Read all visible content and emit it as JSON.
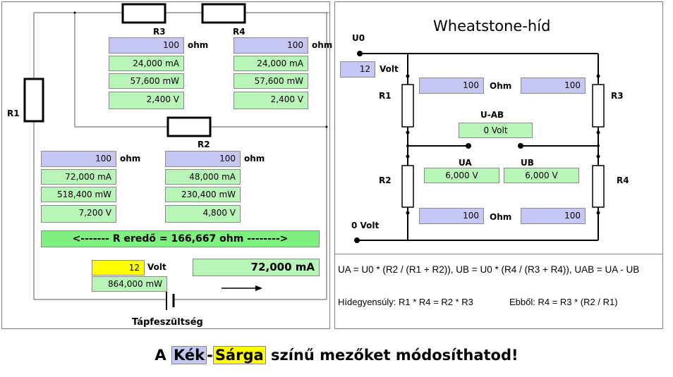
{
  "series_circuit": {
    "r3": {
      "label": "R3",
      "ohm": "100",
      "unit": "ohm",
      "current": "24,000 mA",
      "power": "57,600 mW",
      "voltage": "2,400 V"
    },
    "r4": {
      "label": "R4",
      "ohm": "100",
      "unit": "ohm",
      "current": "24,000 mA",
      "power": "57,600 mW",
      "voltage": "2,400 V"
    },
    "r1": {
      "label": "R1",
      "ohm": "100",
      "unit": "ohm",
      "current": "72,000 mA",
      "power": "518,400 mW",
      "voltage": "7,200 V"
    },
    "r2": {
      "label": "R2",
      "ohm": "100",
      "unit": "ohm",
      "current": "48,000 mA",
      "power": "230,400 mW",
      "voltage": "4,800 V"
    },
    "resultant": "<------- R eredő = 166,667 ohm -------->",
    "supply_voltage": "12",
    "supply_unit": "Volt",
    "supply_power": "864,000 mW",
    "total_current": "72,000 mA",
    "supply_label": "Tápfeszültség"
  },
  "wheatstone": {
    "title": "Wheatstone-híd",
    "u0_label": "U0",
    "u0_value": "12",
    "u0_unit": "Volt",
    "zero_volt": "0 Volt",
    "r1_label": "R1",
    "r2_label": "R2",
    "r3_label": "R3",
    "r4_label": "R4",
    "r1_value": "100",
    "r3_value": "100",
    "r2_value": "100",
    "r4_value": "100",
    "ohm_top": "Ohm",
    "ohm_bottom": "Ohm",
    "uab_label": "U-AB",
    "uab_value": "0 Volt",
    "ua_label": "UA",
    "ua_value": "6,000 V",
    "ub_label": "UB",
    "ub_value": "6,000 V",
    "formula1": "UA = U0 * (R2 / (R1 + R2)),  UB = U0 * (R4 / (R3 + R4)),   UAB = UA - UB",
    "formula2": "Hídegyensúly: R1 * R4 = R2 * R3",
    "formula3": "Ebből: R4 = R3 * (R2 / R1)"
  },
  "footer": {
    "prefix": "A",
    "blue_word": "Kék",
    "dash": "-",
    "yellow_word": "Sárga",
    "suffix": "színű mezőket módosíthatod!"
  },
  "colors": {
    "editable_blue": "#c6c6f5",
    "result_green": "#b9f5b9",
    "supply_yellow": "#ffff00",
    "resultant_green": "#7ef07e"
  }
}
